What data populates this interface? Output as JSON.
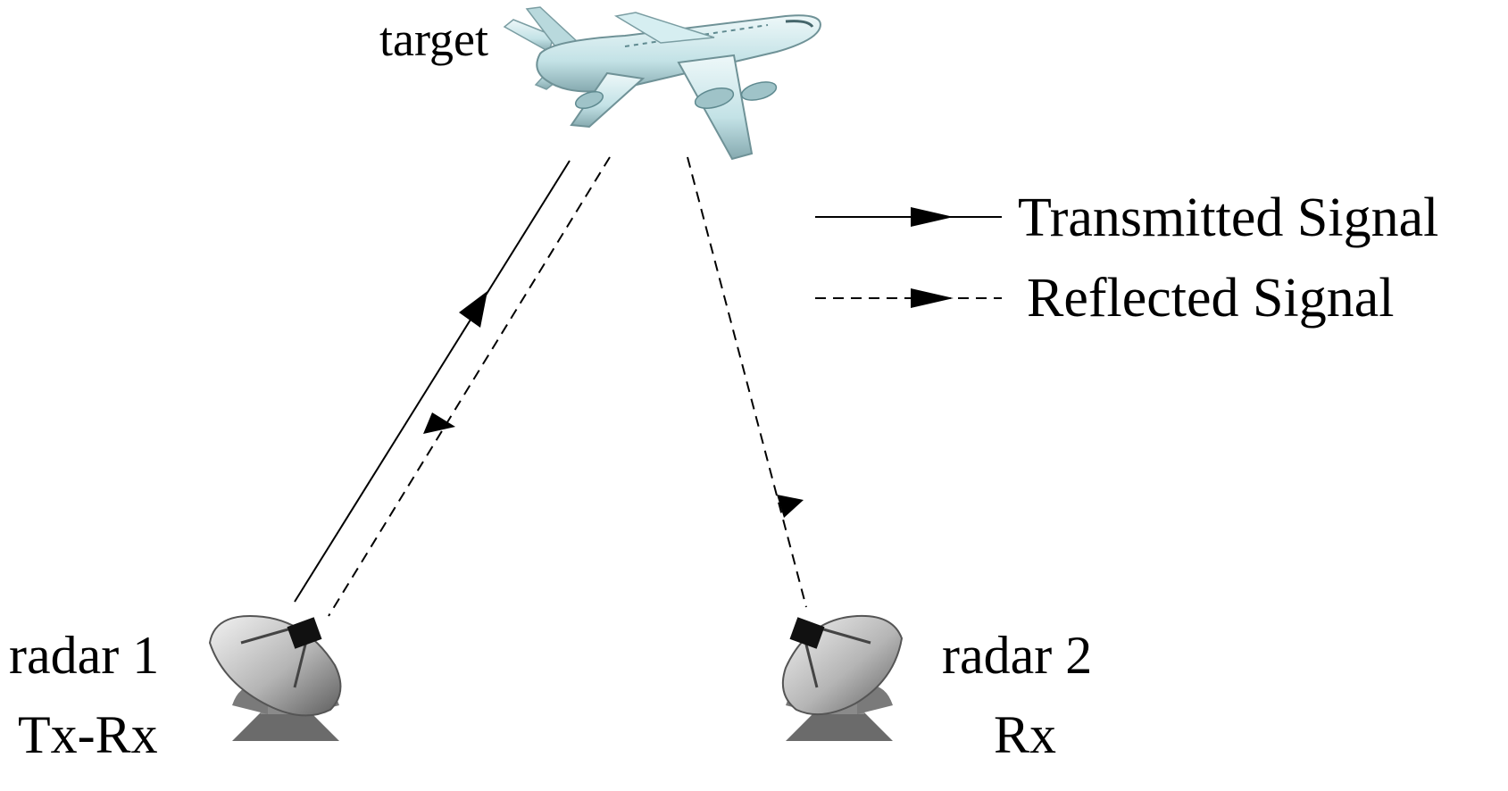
{
  "target": {
    "label": "target",
    "icon": "airplane-icon"
  },
  "legend": {
    "transmitted": "Transmitted Signal",
    "reflected": "Reflected Signal"
  },
  "radar1": {
    "name": "radar 1",
    "role": "Tx-Rx",
    "icon": "radar-dish-icon"
  },
  "radar2": {
    "name": "radar 2",
    "role": "Rx",
    "icon": "radar-dish-icon"
  },
  "colors": {
    "line": "#000000",
    "plane_body": "#cfe9ec",
    "plane_shadow": "#8fb3b8",
    "dish_light": "#e6e6e6",
    "dish_dark": "#6b6b6b"
  }
}
